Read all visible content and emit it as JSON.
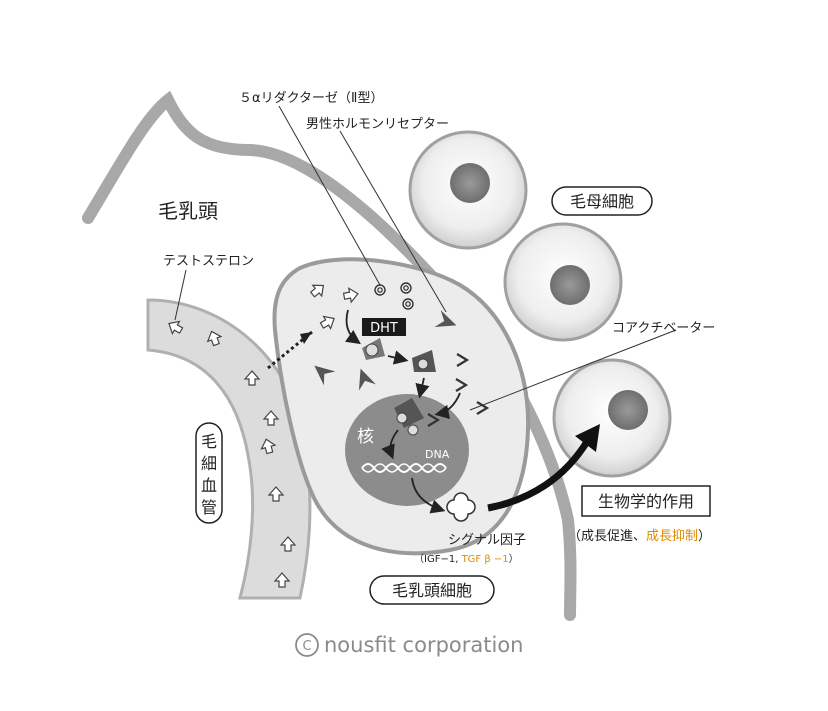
{
  "labels": {
    "dermal_papilla": "毛乳頭",
    "reductase": "５αリダクターゼ（Ⅱ型）",
    "receptor": "男性ホルモンリセプター",
    "matrix_cell": "毛母細胞",
    "testosterone": "テストステロン",
    "dht": "DHT",
    "coactivator": "コアクチベーター",
    "capillary": [
      "毛",
      "細",
      "血",
      "管"
    ],
    "nucleus": "核",
    "dna": "DNA",
    "bio_action": "生物学的作用",
    "effect_prefix": "（成長促進、",
    "effect_inhibit": "成長抑制",
    "effect_suffix": "）",
    "signal_factor": "シグナル因子",
    "signal_prefix": "（IGF−1, ",
    "signal_tgf": "TGF β −1",
    "signal_suffix": "）",
    "papilla_cell": "毛乳頭細胞",
    "copyright": "nousfit corporation",
    "copyright_symbol": "C"
  },
  "colors": {
    "papilla_wall": "#a8a8a8",
    "cell_fill": "#ececec",
    "cell_stroke": "#9a9a9a",
    "nucleus_fill": "#8c8c8c",
    "receptor": "#555555",
    "highlight": "#e08a00",
    "copyright": "#8a8a8a"
  },
  "icons": [
    "testosterone-arrow-icon",
    "dht-spiral-icon",
    "receptor-chevron-icon",
    "coactivator-bracket-icon",
    "signal-factor-cross-icon"
  ]
}
